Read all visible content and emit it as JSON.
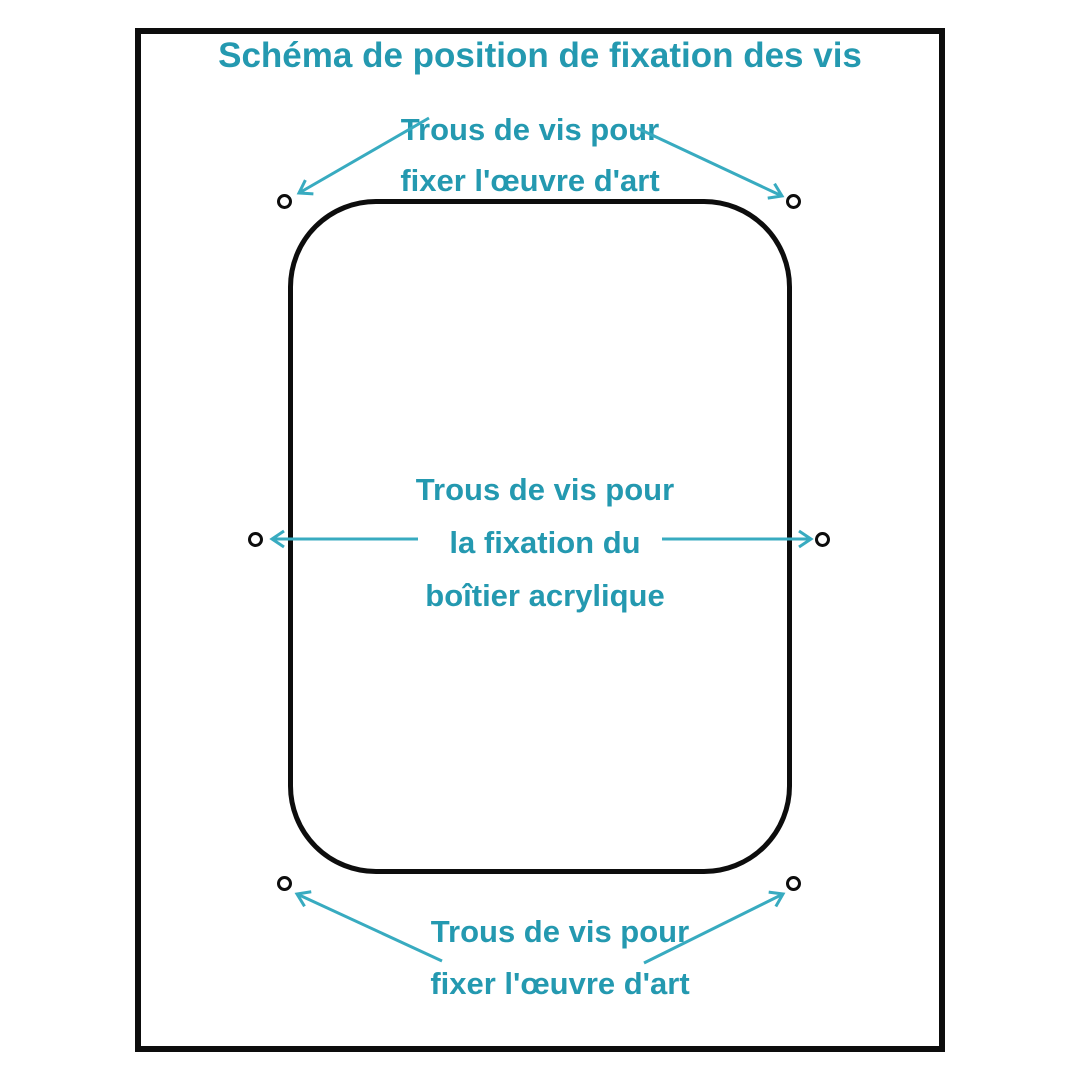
{
  "title": "Schéma de position de fixation des vis",
  "colors": {
    "accent_text": "#2499b0",
    "accent_arrow": "#38abc0",
    "line_black": "#0d0d0d",
    "background": "#ffffff"
  },
  "annotations": {
    "top": {
      "lines": [
        "Trous de vis pour",
        "fixer l'œuvre d'art"
      ],
      "points_to": [
        "top-left-hole",
        "top-right-hole"
      ]
    },
    "middle": {
      "lines": [
        "Trous de vis pour",
        "la fixation du",
        "boîtier acrylique"
      ],
      "points_to": [
        "middle-left-hole",
        "middle-right-hole"
      ]
    },
    "bottom": {
      "lines": [
        "Trous de vis pour",
        "fixer l'œuvre d'art"
      ],
      "points_to": [
        "bottom-left-hole",
        "bottom-right-hole"
      ]
    }
  },
  "diagram": {
    "shape": "rounded-rectangle-plate-outline",
    "screw_hole_count": 6,
    "screw_holes": [
      {
        "id": "top-left",
        "purpose": "fixer l'œuvre d'art"
      },
      {
        "id": "top-right",
        "purpose": "fixer l'œuvre d'art"
      },
      {
        "id": "middle-left",
        "purpose": "fixation du boîtier acrylique"
      },
      {
        "id": "middle-right",
        "purpose": "fixation du boîtier acrylique"
      },
      {
        "id": "bottom-left",
        "purpose": "fixer l'œuvre d'art"
      },
      {
        "id": "bottom-right",
        "purpose": "fixer l'œuvre d'art"
      }
    ]
  }
}
